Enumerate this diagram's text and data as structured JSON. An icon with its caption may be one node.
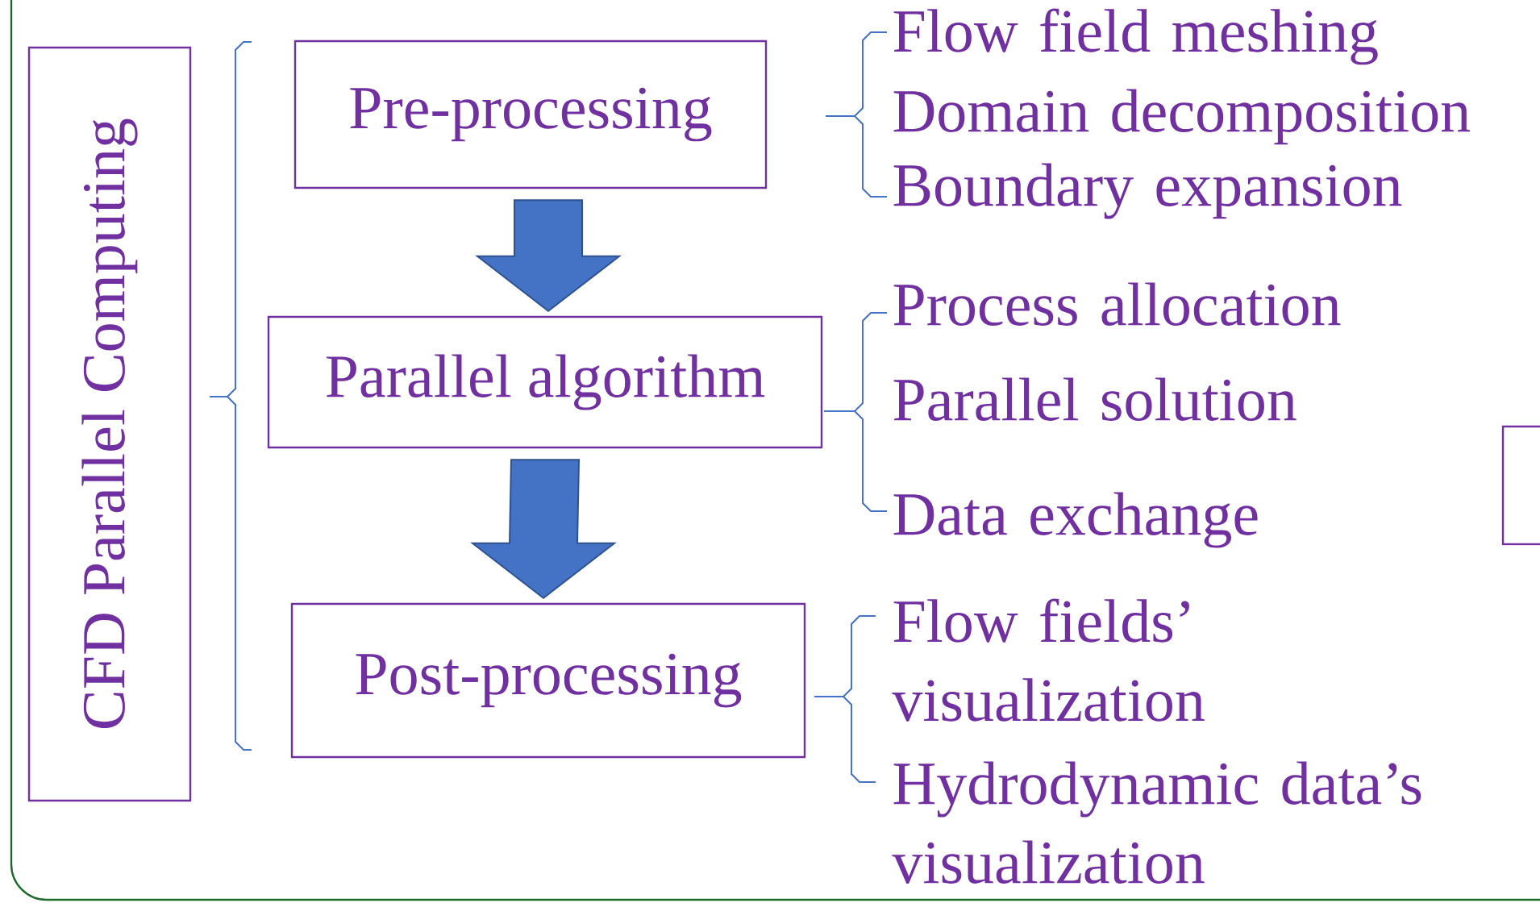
{
  "diagram": {
    "nodes": [
      {
        "text": [
          "CFD Parallel Computing"
        ]
      },
      {
        "text": [
          "Pre-processing"
        ]
      },
      {
        "text": [
          "Parallel algorithm"
        ]
      },
      {
        "text": [
          "Post-processing"
        ]
      },
      {
        "text": [],
        "shape": "box"
      }
    ],
    "edges": [
      {
        "from": 1,
        "to": 2,
        "arrow": "to"
      },
      {
        "from": 2,
        "to": 3,
        "arrow": "to"
      }
    ],
    "labels": [
      "Flow field meshing",
      "Domain decomposition",
      "Boundary expansion",
      "Process allocation",
      "Parallel solution",
      "Data exchange",
      "Flow fields’ visualization",
      "Hydrodynamic data’s visualization"
    ]
  }
}
